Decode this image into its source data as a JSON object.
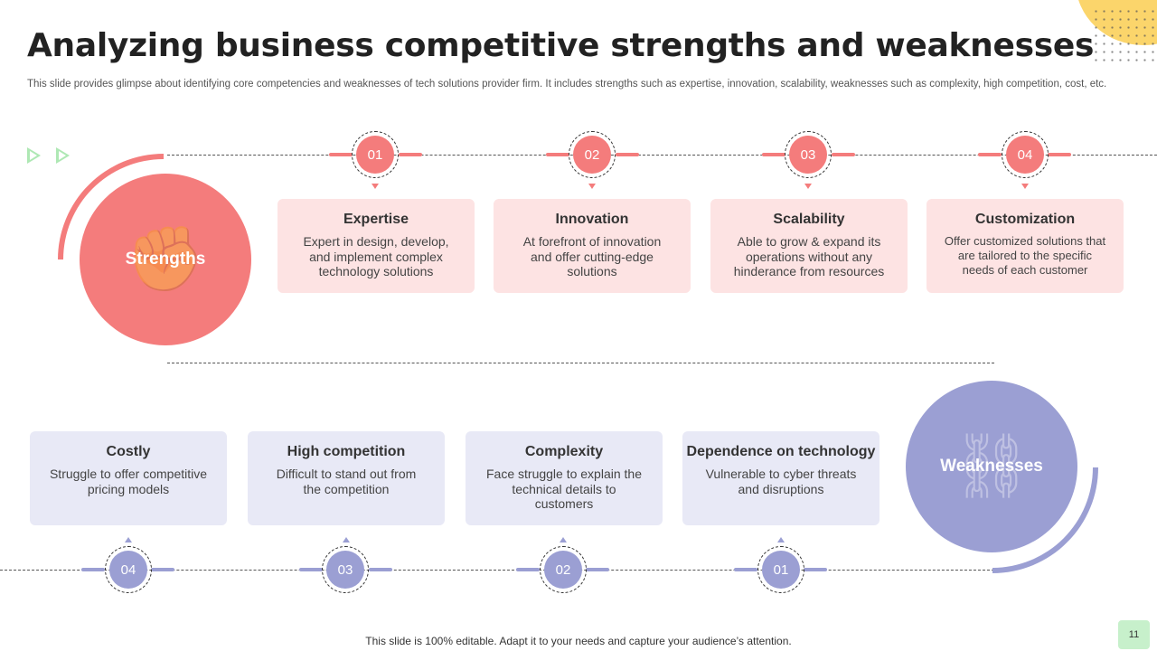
{
  "title": "Analyzing business competitive strengths and weaknesses",
  "subtitle": "This slide provides glimpse about identifying core competencies and weaknesses of tech solutions provider firm. It includes strengths such as expertise, innovation, scalability, weaknesses such as complexity, high competition, cost, etc.",
  "colors": {
    "strength": "#f47c7c",
    "strength_card": "#fde3e3",
    "weakness": "#9b9fd3",
    "weakness_card": "#e8e9f6",
    "accent_green": "#aee8b4",
    "corner": "#fbd56b"
  },
  "strengths": {
    "label": "Strengths",
    "icon": "fist-icon",
    "items": [
      {
        "num": "01",
        "title": "Expertise",
        "text": "Expert in design, develop, and implement complex technology solutions"
      },
      {
        "num": "02",
        "title": "Innovation",
        "text": "At forefront of innovation and offer cutting-edge solutions"
      },
      {
        "num": "03",
        "title": "Scalability",
        "text": "Able to grow & expand its operations without any hinderance from resources"
      },
      {
        "num": "04",
        "title": "Customization",
        "text": "Offer customized solutions that are tailored to the specific needs of each customer"
      }
    ]
  },
  "weaknesses": {
    "label": "Weaknesses",
    "icon": "broken-chain-icon",
    "items": [
      {
        "num": "04",
        "title": "Costly",
        "text": "Struggle to offer competitive pricing models"
      },
      {
        "num": "03",
        "title": "High competition",
        "text": "Difficult to stand out from the competition"
      },
      {
        "num": "02",
        "title": "Complexity",
        "text": "Face struggle to explain the technical details to customers"
      },
      {
        "num": "01",
        "title": "Dependence on technology",
        "text": "Vulnerable to cyber threats and disruptions"
      }
    ]
  },
  "footer": "This slide is 100% editable. Adapt it to your needs and capture your audience’s attention.",
  "page_number": "11"
}
